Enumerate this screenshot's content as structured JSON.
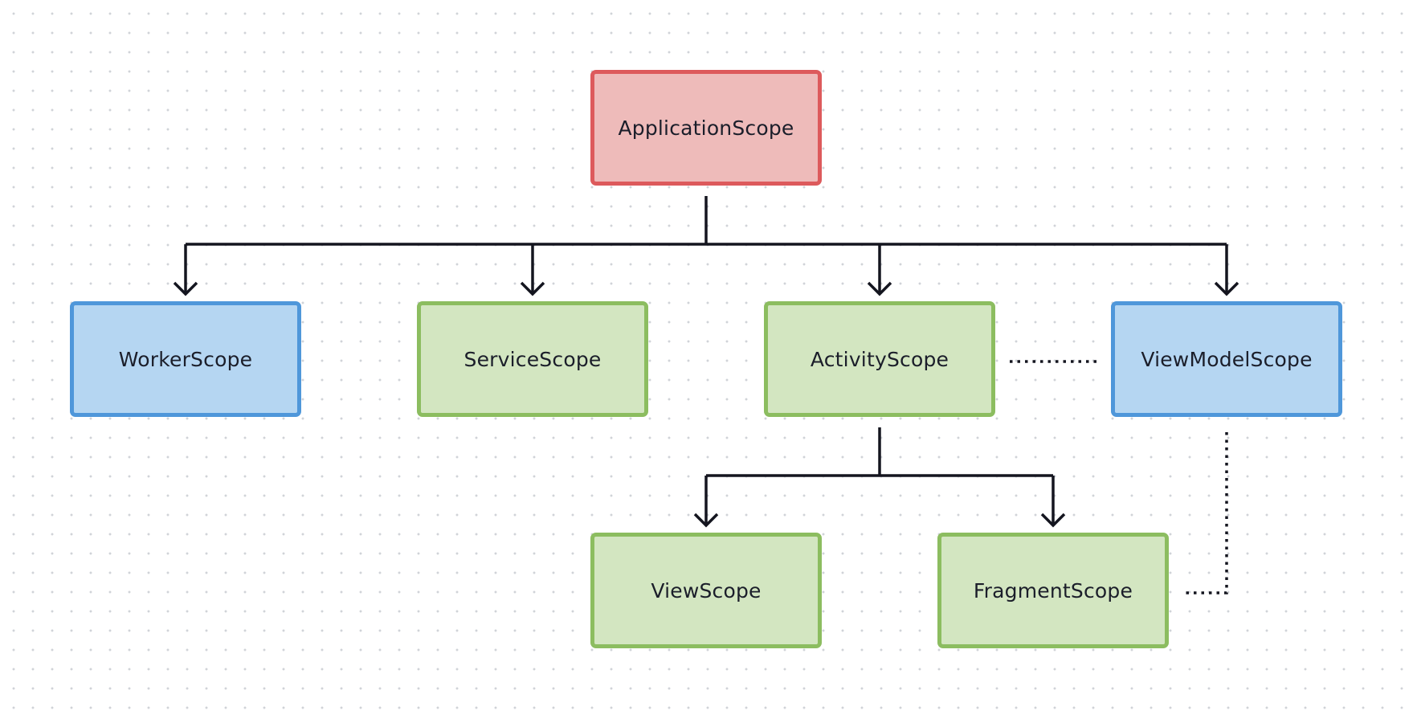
{
  "diagram": {
    "nodes": {
      "application": {
        "label": "ApplicationScope",
        "color": "#eebbba",
        "border": "#dd5a5c"
      },
      "worker": {
        "label": "WorkerScope",
        "color": "#b5d6f2",
        "border": "#4f97da"
      },
      "service": {
        "label": "ServiceScope",
        "color": "#d3e6c1",
        "border": "#8cbd60"
      },
      "activity": {
        "label": "ActivityScope",
        "color": "#d3e6c1",
        "border": "#8cbd60"
      },
      "viewmodel": {
        "label": "ViewModelScope",
        "color": "#b5d6f2",
        "border": "#4f97da"
      },
      "view": {
        "label": "ViewScope",
        "color": "#d3e6c1",
        "border": "#8cbd60"
      },
      "fragment": {
        "label": "FragmentScope",
        "color": "#d3e6c1",
        "border": "#8cbd60"
      }
    },
    "edges": [
      {
        "from": "application",
        "to": "worker",
        "style": "solid-arrow"
      },
      {
        "from": "application",
        "to": "service",
        "style": "solid-arrow"
      },
      {
        "from": "application",
        "to": "activity",
        "style": "solid-arrow"
      },
      {
        "from": "application",
        "to": "viewmodel",
        "style": "solid-arrow"
      },
      {
        "from": "activity",
        "to": "view",
        "style": "solid-arrow"
      },
      {
        "from": "activity",
        "to": "fragment",
        "style": "solid-arrow"
      },
      {
        "from": "activity",
        "to": "viewmodel",
        "style": "dotted"
      },
      {
        "from": "viewmodel",
        "to": "fragment",
        "style": "dotted"
      }
    ],
    "line_color": "#14151f"
  }
}
